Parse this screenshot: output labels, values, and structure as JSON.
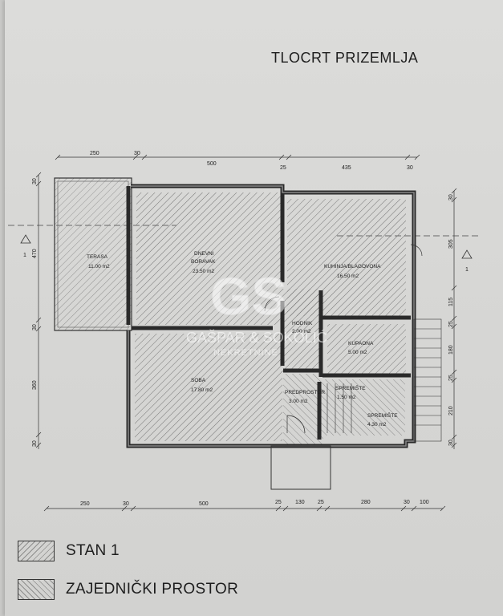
{
  "title": "TLOCRT PRIZEMLJA",
  "dimensions_top": [
    "250",
    "30",
    "500",
    "25",
    "435",
    "30"
  ],
  "dimensions_bottom": [
    "250",
    "30",
    "500",
    "25",
    "130",
    "25",
    "280",
    "30",
    "100"
  ],
  "dimensions_left": [
    "30",
    "470",
    "30",
    "360",
    "30"
  ],
  "dimensions_right": [
    "30",
    "305",
    "115",
    "25",
    "180",
    "25",
    "210",
    "30"
  ],
  "section_marks": [
    "1",
    "1"
  ],
  "rooms": [
    {
      "name": "TERASA",
      "area": "11.00 m2"
    },
    {
      "name": "DNEVNI",
      "name2": "BORAVAK",
      "area": "23.50 m2"
    },
    {
      "name": "KUHINJA/BLAGOVONA",
      "area": "16.50 m2"
    },
    {
      "name": "HODNIK",
      "area": "2.00 m2"
    },
    {
      "name": "KUPAONA",
      "area": "5.00 m2"
    },
    {
      "name": "SOBA",
      "area": "17.80 m2"
    },
    {
      "name": "PREDPROSTOR",
      "area": "3.00 m2"
    },
    {
      "name": "SPREMIŠTE",
      "area": "1.50 m2"
    },
    {
      "name": "SPREMIŠTE",
      "area": "4.30 m2"
    }
  ],
  "watermark": {
    "logo": "GS",
    "line1": "GAŠPAR & SOKOLIĆ",
    "line2": "NEKRETNINE"
  },
  "legend": [
    {
      "label": "STAN 1"
    },
    {
      "label": "ZAJEDNIČKI PROSTOR"
    }
  ]
}
